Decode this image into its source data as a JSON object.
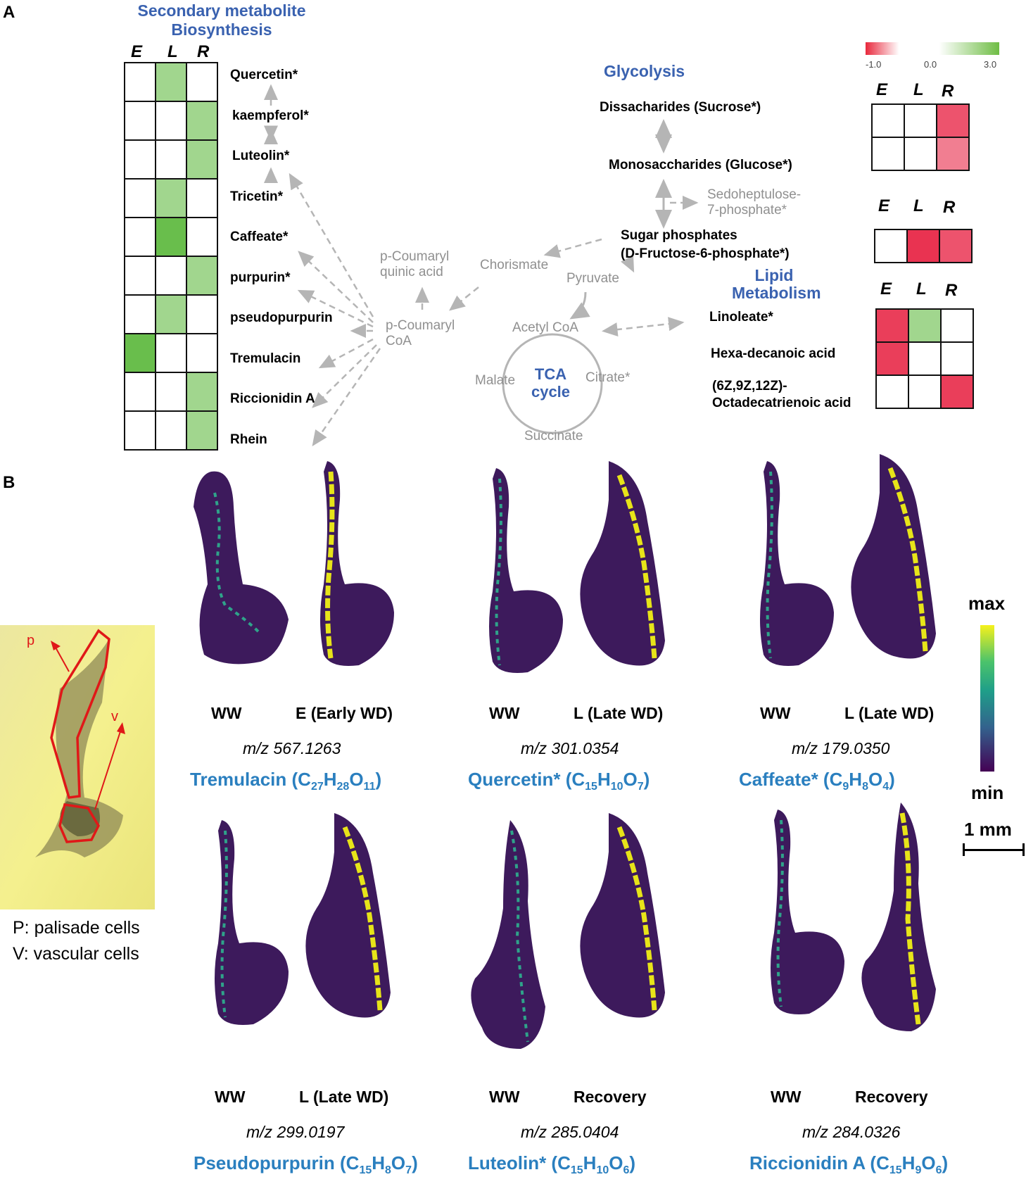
{
  "panel_a": {
    "label": "A",
    "secondary_title": [
      "Secondary metabolite",
      "Biosynthesis"
    ],
    "headers": [
      "E",
      "L",
      "R"
    ],
    "secondary_rows": [
      {
        "name": "Quercetin*",
        "cells": [
          0,
          1.2,
          0
        ]
      },
      {
        "name": "kaempferol*",
        "cells": [
          0,
          0,
          1.2
        ]
      },
      {
        "name": "Luteolin*",
        "cells": [
          0,
          0,
          1.2
        ]
      },
      {
        "name": "Tricetin*",
        "cells": [
          0,
          1.2,
          0
        ]
      },
      {
        "name": "Caffeate*",
        "cells": [
          0,
          2.6,
          0
        ]
      },
      {
        "name": "purpurin*",
        "cells": [
          0,
          0,
          1.2
        ]
      },
      {
        "name": "pseudopurpurin",
        "cells": [
          0,
          1.2,
          0
        ]
      },
      {
        "name": "Tremulacin",
        "cells": [
          2.6,
          0,
          0
        ]
      },
      {
        "name": "Riccionidin A",
        "cells": [
          0,
          0,
          1.2
        ]
      },
      {
        "name": "Rhein",
        "cells": [
          0,
          0,
          1.2
        ]
      }
    ],
    "glycolysis_title": "Glycolysis",
    "glycolysis_metabolites": [
      "Dissacharides (Sucrose*)",
      "Monosaccharides (Glucose*)",
      "Sugar phosphates",
      "(D-Fructose-6-phosphate*)"
    ],
    "sedoheptulose": [
      "Sedoheptulose-",
      "7-phosphate*"
    ],
    "gray_labels": {
      "coumaryl_quinic": [
        "p-Coumaryl",
        "quinic acid"
      ],
      "chorismate": "Chorismate",
      "pyruvate": "Pyruvate",
      "coumaryl_coa": [
        "p-Coumaryl",
        "CoA"
      ],
      "acetyl_coa": "Acetyl CoA",
      "malate": "Malate",
      "citrate": "Citrate*",
      "succinate": "Succinate"
    },
    "tca_title": [
      "TCA",
      "cycle"
    ],
    "lipid_title": [
      "Lipid",
      "Metabolism"
    ],
    "lipid_metabolites": [
      "Linoleate*",
      "Hexa-decanoic acid",
      "(6Z,9Z,12Z)-",
      "Octadecatrienoic acid"
    ],
    "colorscale": {
      "min": "-1.0",
      "mid": "0.0",
      "max": "3.0",
      "neg_color": "#e8283c",
      "pos_color": "#6fbd45"
    },
    "sugar_rows": [
      [
        0,
        0,
        -0.8
      ],
      [
        0,
        0,
        -0.6
      ]
    ],
    "fructose_rows": [
      [
        0,
        -0.95,
        -0.8
      ]
    ],
    "lipid_rows": [
      [
        -0.9,
        1.2,
        0
      ],
      [
        -0.9,
        0,
        0
      ],
      [
        0,
        0,
        -0.9
      ]
    ]
  },
  "panel_b": {
    "label": "B",
    "photo_labels": {
      "p": "p",
      "v": "v"
    },
    "cell_legend": [
      "P: palisade cells",
      "V: vascular cells"
    ],
    "scale": {
      "max": "max",
      "min": "min",
      "bar": "1 mm"
    },
    "groups": [
      {
        "left": "WW",
        "right": "E (Early WD)",
        "mz": "m/z 567.1263",
        "name": "Tremulacin (C",
        "f": [
          [
            "27",
            "H"
          ],
          [
            "28",
            "O"
          ],
          [
            "11",
            ")"
          ]
        ]
      },
      {
        "left": "WW",
        "right": "L (Late WD)",
        "mz": "m/z 301.0354",
        "name": "Quercetin* (C",
        "f": [
          [
            "15",
            "H"
          ],
          [
            "10",
            "O"
          ],
          [
            "7",
            ")"
          ]
        ]
      },
      {
        "left": "WW",
        "right": "L (Late WD)",
        "mz": "m/z 179.0350",
        "name": "Caffeate* (C",
        "f": [
          [
            "9",
            "H"
          ],
          [
            "8",
            "O"
          ],
          [
            "4",
            ")"
          ]
        ]
      },
      {
        "left": "WW",
        "right": "L (Late WD)",
        "mz": "m/z 299.0197",
        "name": "Pseudopurpurin (C",
        "f": [
          [
            "15",
            "H"
          ],
          [
            "8",
            "O"
          ],
          [
            "7",
            ")"
          ]
        ]
      },
      {
        "left": "WW",
        "right": "Recovery",
        "mz": "m/z 285.0404",
        "name": "Luteolin* (C",
        "f": [
          [
            "15",
            "H"
          ],
          [
            "10",
            "O"
          ],
          [
            "6",
            ")"
          ]
        ]
      },
      {
        "left": "WW",
        "right": "Recovery",
        "mz": "m/z 284.0326",
        "name": "Riccionidin A (C",
        "f": [
          [
            "15",
            "H"
          ],
          [
            "9",
            "O"
          ],
          [
            "6",
            ")"
          ]
        ]
      }
    ]
  }
}
